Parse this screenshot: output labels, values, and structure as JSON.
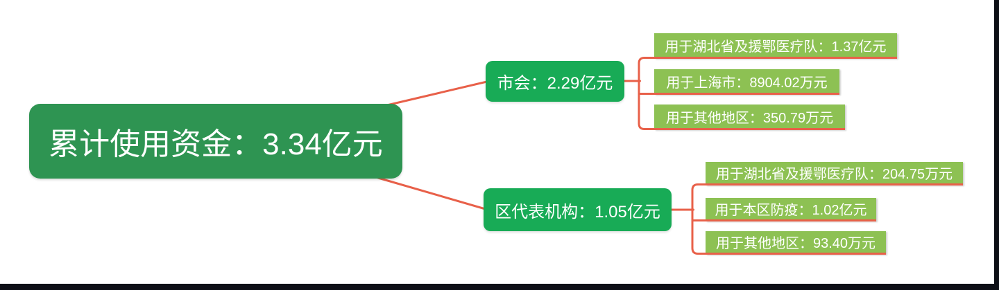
{
  "diagram": {
    "root": {
      "label": "累计使用资金：3.34亿元"
    },
    "branches": [
      {
        "label": "市会：2.29亿元",
        "children": [
          {
            "label": "用于湖北省及援鄂医疗队：1.37亿元"
          },
          {
            "label": "用于上海市：8904.02万元"
          },
          {
            "label": "用于其他地区：350.79万元"
          }
        ]
      },
      {
        "label": "区代表机构：1.05亿元",
        "children": [
          {
            "label": "用于湖北省及援鄂医疗队：204.75万元"
          },
          {
            "label": "用于本区防疫：1.02亿元"
          },
          {
            "label": "用于其他地区：93.40万元"
          }
        ]
      }
    ],
    "colors": {
      "root_node": "#2E9452",
      "branch_node": "#18AB56",
      "leaf_node": "#8DC153",
      "connector": "#E86049",
      "page_edge": "#0D0F16",
      "text": "#FFFFFF"
    }
  }
}
